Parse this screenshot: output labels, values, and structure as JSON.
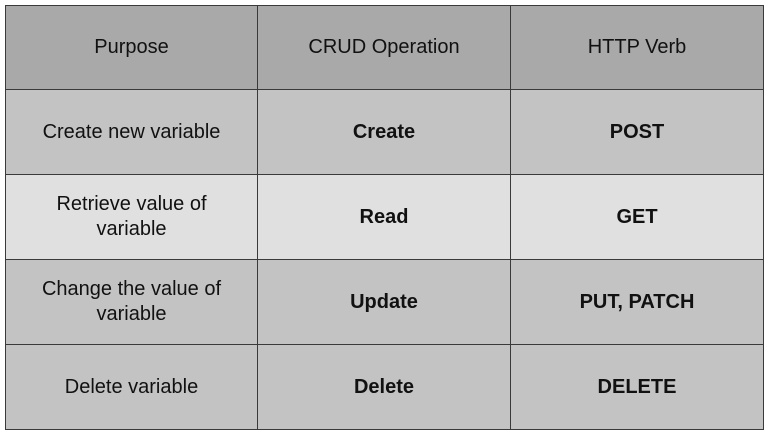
{
  "table": {
    "headers": [
      "Purpose",
      "CRUD Operation",
      "HTTP Verb"
    ],
    "rows": [
      {
        "purpose": "Create new variable",
        "operation": "Create",
        "verb": "POST"
      },
      {
        "purpose": "Retrieve value of variable",
        "operation": "Read",
        "verb": "GET"
      },
      {
        "purpose": "Change the value of variable",
        "operation": "Update",
        "verb": "PUT, PATCH"
      },
      {
        "purpose": "Delete variable",
        "operation": "Delete",
        "verb": "DELETE"
      }
    ]
  },
  "colors": {
    "header_bg": "#a9a9a9",
    "row_dark_bg": "#c3c3c3",
    "row_light_bg": "#e0e0e0",
    "border": "#3a3a3a"
  }
}
